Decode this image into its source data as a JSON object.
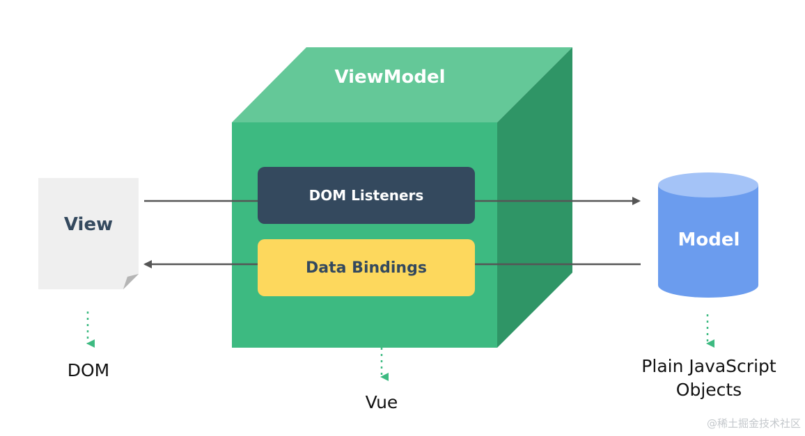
{
  "viewmodel": {
    "title": "ViewModel",
    "dom_listeners": "DOM Listeners",
    "data_bindings": "Data Bindings"
  },
  "view": {
    "label": "View"
  },
  "model": {
    "label": "Model"
  },
  "captions": {
    "dom": "DOM",
    "vue": "Vue",
    "plain_line1": "Plain JavaScript",
    "plain_line2": "Objects"
  },
  "watermark": "@稀土掘金技术社区",
  "colors": {
    "cube_front": "#3dba81",
    "cube_top": "#64c898",
    "cube_side": "#2f9566",
    "dom_listeners": "#34495e",
    "data_bindings": "#fdd85d",
    "model": "#6b9cee",
    "model_top": "#a4c3f7",
    "view_doc": "#efefef",
    "arrow": "#555555",
    "dotted": "#3dba81"
  }
}
